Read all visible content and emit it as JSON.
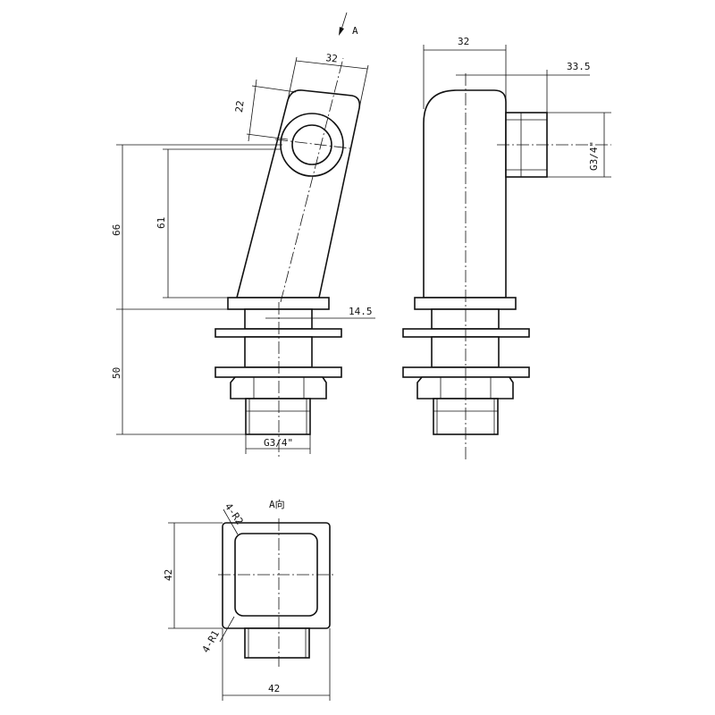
{
  "view_arrow": {
    "letter": "A"
  },
  "front_view": {
    "dim_width": "32",
    "dim_eye": "22",
    "dim_total_height": "66",
    "dim_inner_height": "61",
    "dim_offset": "14.5",
    "dim_stem_height": "50",
    "thread": "G3/4\""
  },
  "side_view": {
    "dim_width": "32",
    "dim_offset": "33.5",
    "thread": "G3/4\""
  },
  "view_a": {
    "title": "A向",
    "corner_outer": "4-R2",
    "corner_inner": "4-R1",
    "dim_height": "42",
    "dim_width": "42"
  }
}
